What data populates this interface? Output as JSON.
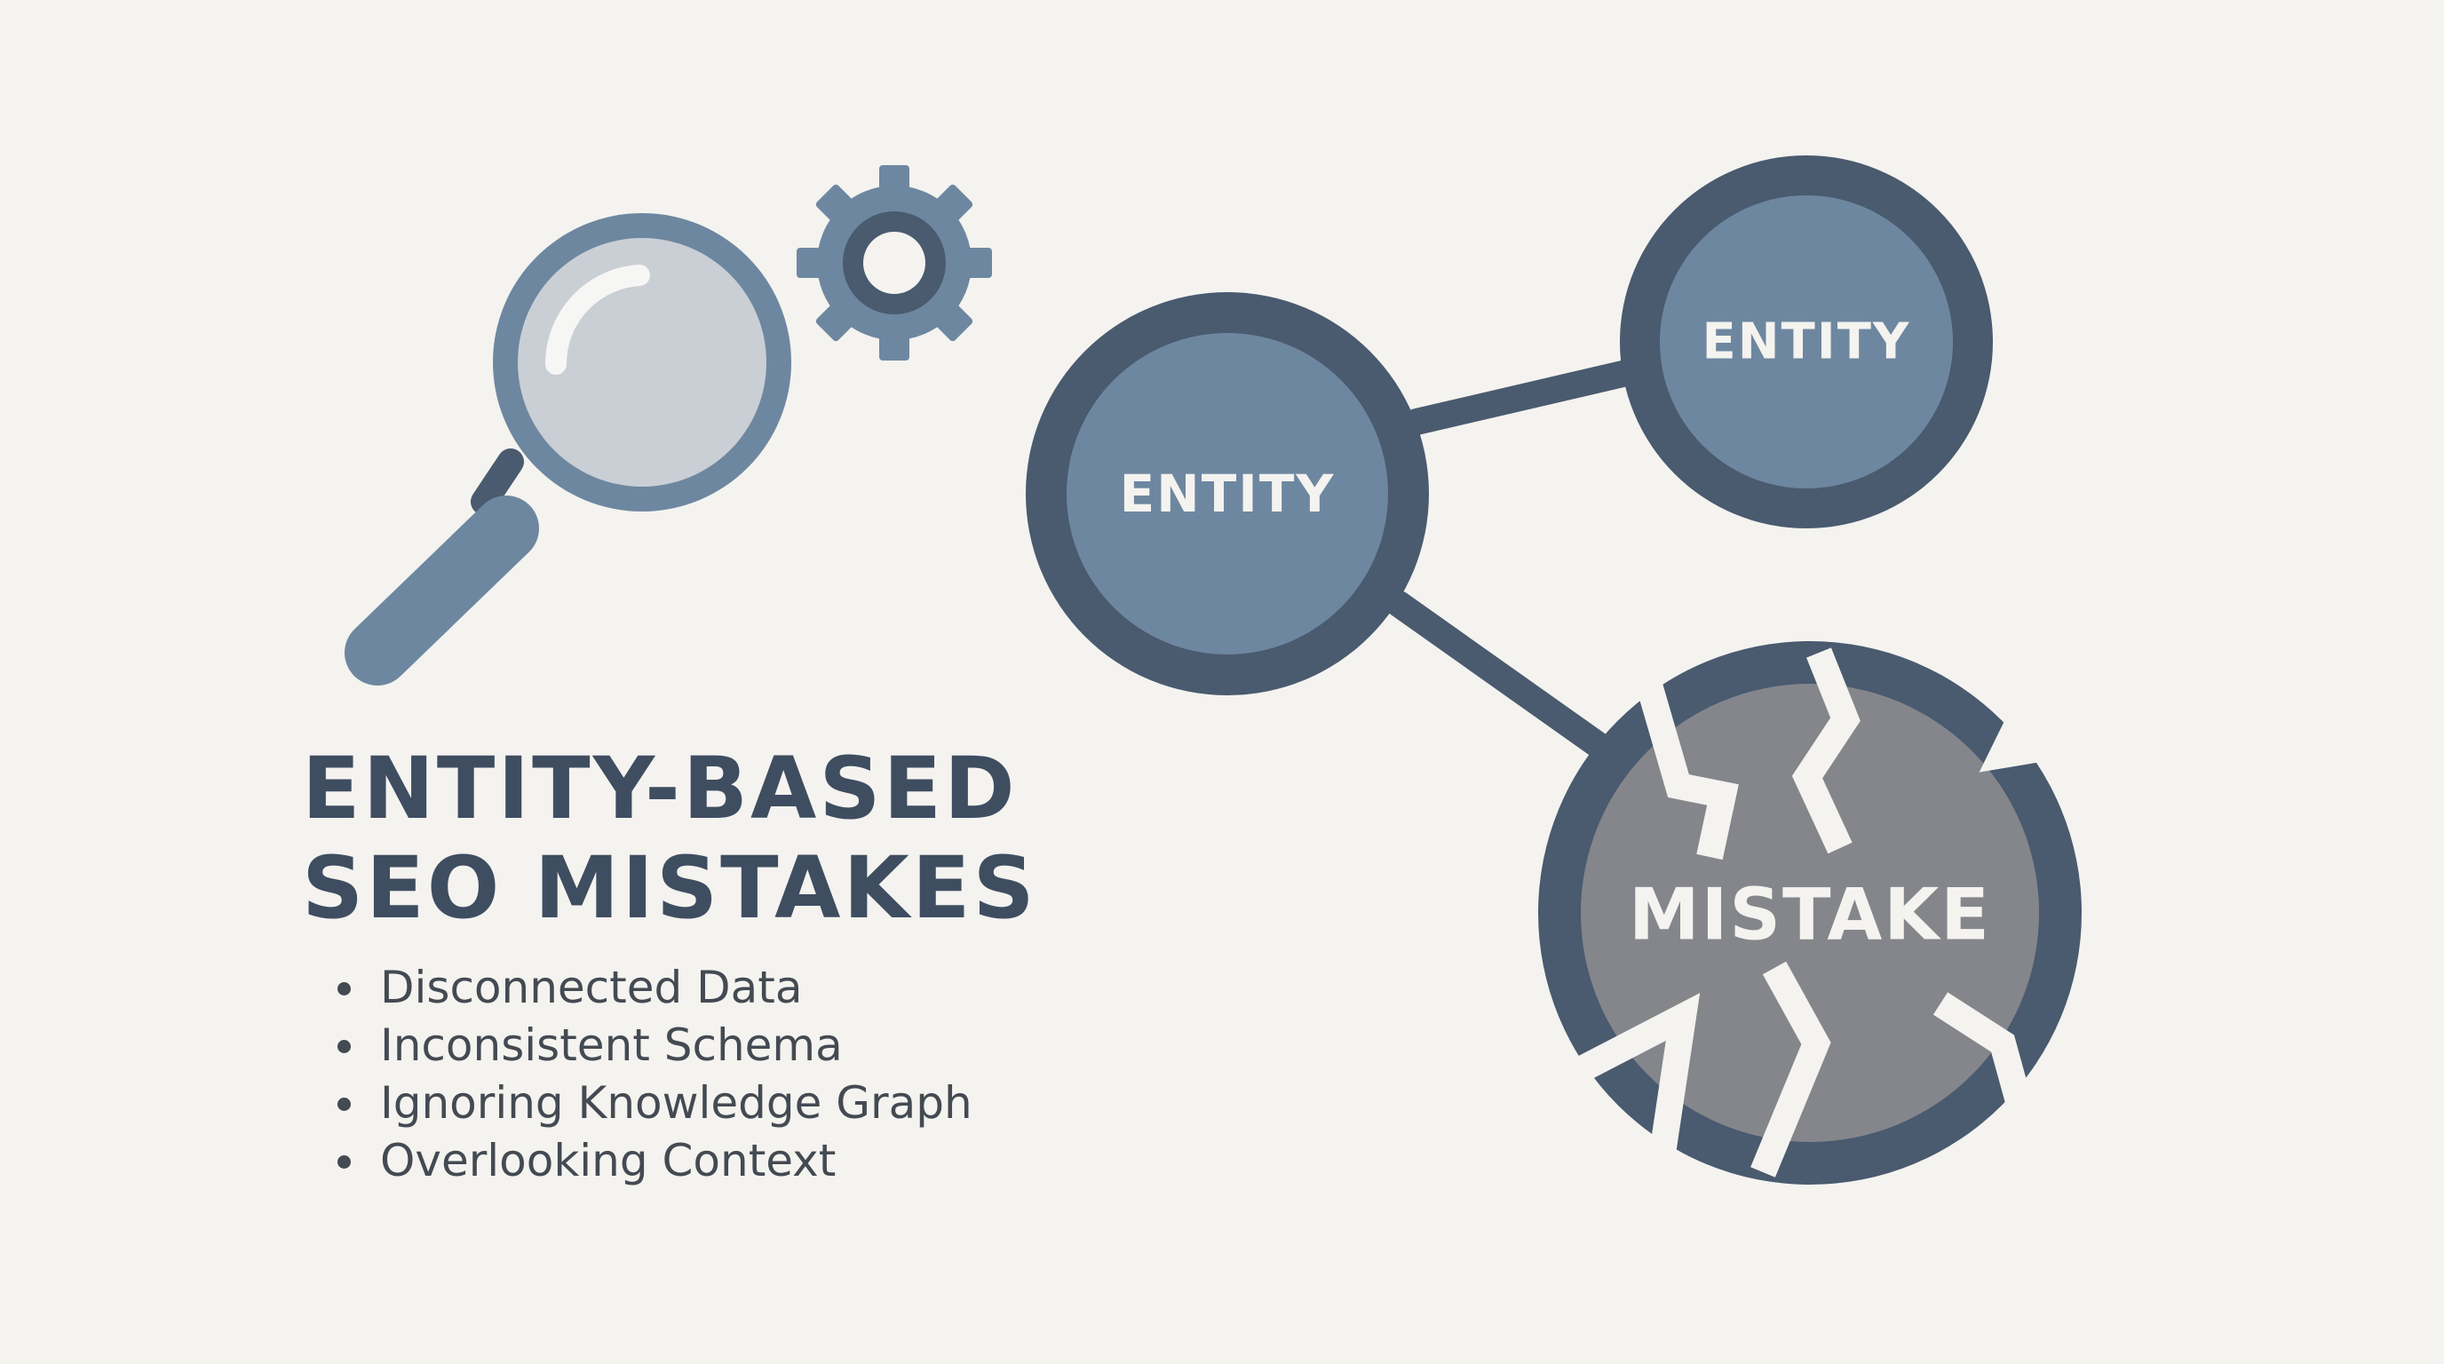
{
  "title": {
    "line1": "ENTITY-BASED",
    "line2": "SEO MISTAKES"
  },
  "mistakes": [
    "Disconnected Data",
    "Inconsistent Schema",
    "Ignoring Knowledge Graph",
    "Overlooking Context"
  ],
  "nodes": {
    "entity_center": "ENTITY",
    "entity_right": "ENTITY",
    "mistake": "MISTAKE"
  },
  "icons": [
    "magnifying-glass-icon",
    "gear-icon"
  ],
  "colors": {
    "background": "#f4f3ef",
    "dark_slate": "#4a5a6f",
    "node_fill": "#6e87a0",
    "mistake_fill": "#84868c",
    "lens": "#c9cfd4",
    "text": "#3f4d61"
  }
}
